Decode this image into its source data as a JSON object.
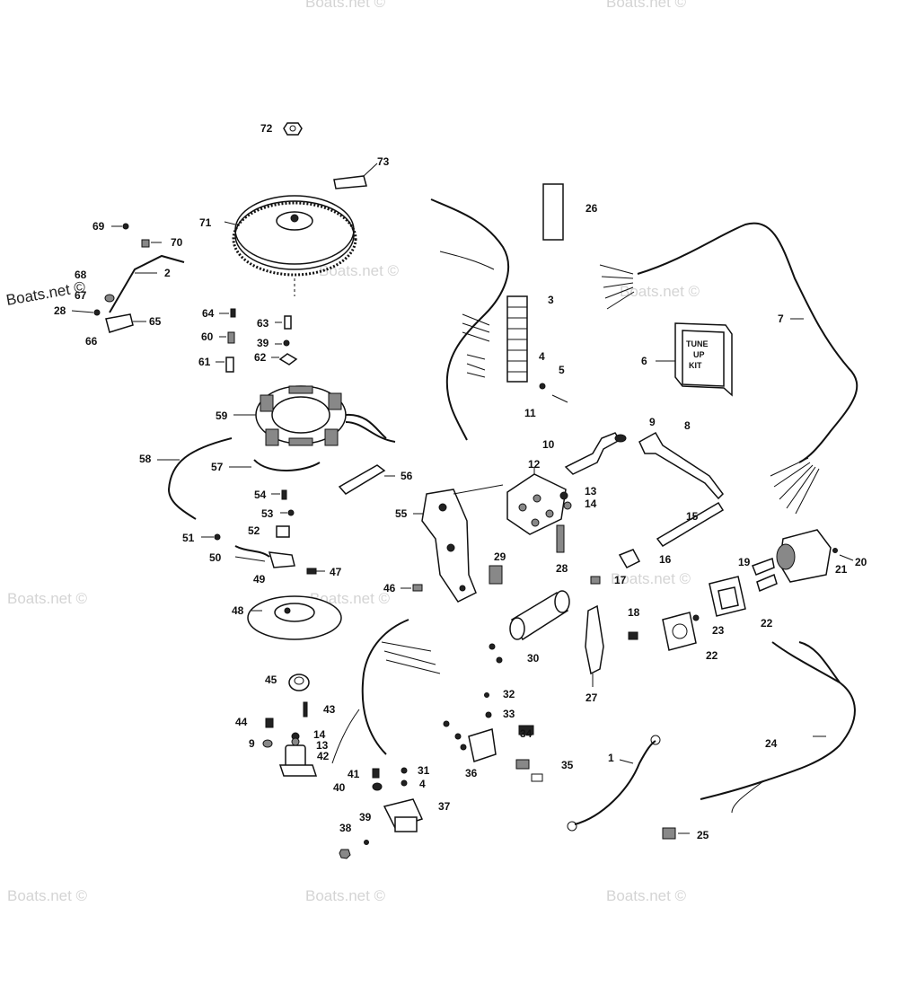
{
  "watermark": {
    "text": "Boats.net ©",
    "dark_text": "Boats.net ©"
  },
  "kit_label": {
    "line1": "TUNE",
    "line2": "UP",
    "line3": "KIT"
  },
  "part_numbers": [
    "72",
    "73",
    "71",
    "69",
    "70",
    "2",
    "68",
    "67",
    "28",
    "65",
    "66",
    "64",
    "63",
    "60",
    "39",
    "61",
    "62",
    "59",
    "58",
    "57",
    "56",
    "54",
    "53",
    "51",
    "52",
    "50",
    "49",
    "47",
    "48",
    "46",
    "55",
    "45",
    "43",
    "44",
    "14",
    "13",
    "9",
    "42",
    "41",
    "31",
    "40",
    "4",
    "38",
    "39",
    "37",
    "36",
    "35",
    "34",
    "33",
    "32",
    "1",
    "26",
    "3",
    "7",
    "6",
    "4",
    "5",
    "11",
    "10",
    "9",
    "8",
    "12",
    "13",
    "14",
    "15",
    "16",
    "17",
    "28",
    "29",
    "19",
    "20",
    "21",
    "22",
    "23",
    "22",
    "18",
    "27",
    "30",
    "24",
    "25"
  ]
}
